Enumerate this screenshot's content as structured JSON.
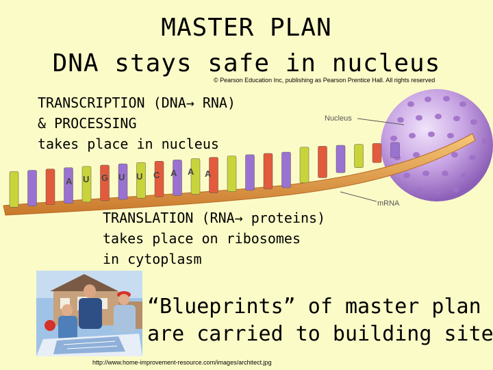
{
  "title": {
    "line1": "MASTER PLAN",
    "line2": "DNA stays safe in nucleus"
  },
  "copyright": "© Pearson Education Inc, publishing as Pearson Prentice Hall. All rights reserved",
  "transcription": {
    "line1": "TRANSCRIPTION (DNA→ RNA)",
    "line2": "& PROCESSING",
    "line3": "takes place in nucleus"
  },
  "figure": {
    "nucleus_label": "Nucleus",
    "mrna_label": "mRNA",
    "bases": [
      "A",
      "U",
      "G",
      "U",
      "U",
      "C",
      "A",
      "A",
      "A"
    ]
  },
  "translation": {
    "line1": "TRANSLATION (RNA→ proteins)",
    "line2": "takes place on ribosomes",
    "line3": "in cytoplasm"
  },
  "blueprints": {
    "line1": "“Blueprints” of master plan",
    "line2": "are carried to building site"
  },
  "photo_caption": "http://www.home-improvement-resource.com/images/architect.jpg",
  "colors": {
    "background": "#fbfbc8",
    "nucleus": "#b78fd6",
    "mrna_backbone": "#e9a24c"
  }
}
